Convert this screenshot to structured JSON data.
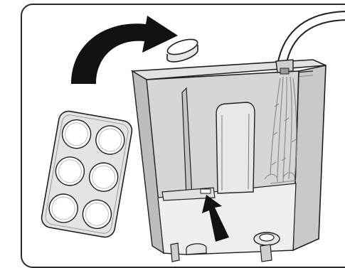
{
  "figure": {
    "panels": [
      {
        "kind": "curved-arrow",
        "meaning": "place"
      },
      {
        "kind": "tablet"
      },
      {
        "kind": "tablet-blister-pack",
        "tablet_count": 6
      },
      {
        "kind": "water-tank"
      },
      {
        "kind": "water-hose"
      },
      {
        "kind": "water-spray"
      },
      {
        "kind": "straight-arrow",
        "meaning": "insert"
      }
    ],
    "colors": {
      "frame": "#2a2a2a",
      "tank_fill": "#d6d6d6",
      "tank_light": "#efefef",
      "line": "#1f1f1f",
      "arrow": "#111111",
      "pack_fill": "#e4e4e4"
    }
  }
}
